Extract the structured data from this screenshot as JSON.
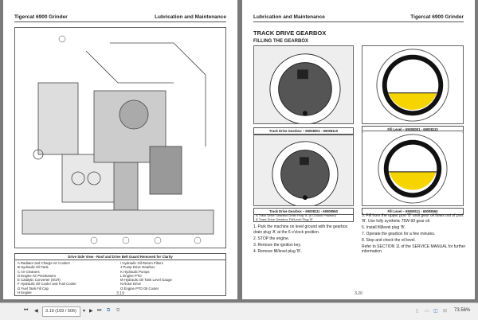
{
  "left_page": {
    "header_left": "Tigercat 6900 Grinder",
    "header_right": "Lubrication and Maintenance",
    "caption_title": "Drive Side View - Roof and Drive Belt Guard Removed for Clarity",
    "legend_left": [
      "A  Radiator and Charge Air Coolers",
      "B  Hydraulic Oil Tank",
      "C  Air Cleaners",
      "D  Engine Air Precleaners",
      "E  Catalytic Converter (SCR)",
      "F  Hydraulic Oil Cooler and Fuel Cooler",
      "G  Fuel Tank Fill Cap",
      "H  Engine"
    ],
    "legend_right": [
      "I  Hydraulic Oil Return Filters",
      "J  Pump Drive Gearbox",
      "K  Hydraulic Pumps",
      "L  Engine PTO",
      "M  Hydraulic Oil Tank Level Gauge",
      "N  Rotor Drive",
      "O  Engine PTO Oil Cooler"
    ],
    "page_number": "3.19"
  },
  "right_page": {
    "header_left": "Lubrication and Maintenance",
    "header_right": "Tigercat 6900 Grinder",
    "title": "TRACK DRIVE GEARBOX",
    "subtitle": "FILLING THE GEARBOX",
    "fig1_caption": "Track Drive Gearbox – 69008001 - 69008110",
    "fig2_caption": "Track Drive Gearbox – 69008111 - 69008560",
    "fig2_notes": [
      "A  Track Drive Gearbox Drain Plug 'A' (6 O'clock Position)",
      "B  Track Drive Gearbox Fill/Level Plug 'B'"
    ],
    "fig3_caption": "Fill Level – 69008001 - 69008110",
    "fig4_caption": "Fill Level – 69008111 - 69008560",
    "steps_left": [
      "1.  Park the machine on level ground with the gearbox drain plug 'A' at the 6 o'clock position.",
      "2.  STOP the engine.",
      "3.  Remove the ignition key.",
      "4.  Remove fill/level plug 'B'."
    ],
    "steps_right": [
      "5.  Fill from the upper port 'B' until gear oil flows out of port 'B'. Use fully synthetic 75W-90 gear oil.",
      "6.  Install fill/level plug 'B'.",
      "7.  Operate the gearbox for a few minutes.",
      "8.  Stop and check the oil level."
    ],
    "refer": "Refer to SECTION 11 of the SERVICE MANUAL for further information.",
    "page_number": "3.20"
  },
  "toolbar": {
    "page_field": "3.19 (169 / 506)",
    "zoom": "73.56%"
  },
  "colors": {
    "oil": "#f5d400",
    "background": "#7a7a7a"
  }
}
